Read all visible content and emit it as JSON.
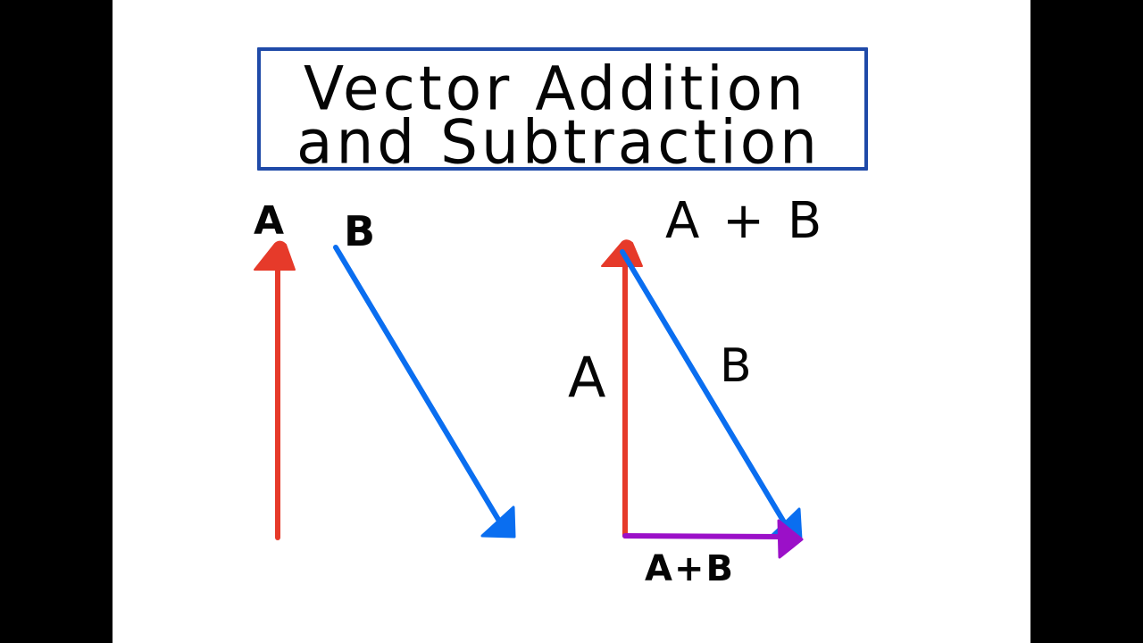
{
  "title": {
    "line1": "Vector Addition",
    "line2": "and Subtraction"
  },
  "colors": {
    "background": "#ffffff",
    "letterbox": "#000000",
    "title_border": "#1f4aa8",
    "vector_a": "#e63a2a",
    "vector_b": "#0a6ef0",
    "resultant": "#9b10c8",
    "text": "#050505"
  },
  "left_diagram": {
    "vector_a_label": "A",
    "vector_b_label": "B"
  },
  "right_diagram": {
    "heading": "A + B",
    "vector_a_label": "A",
    "vector_b_label": "B",
    "resultant_label": "A+B"
  }
}
